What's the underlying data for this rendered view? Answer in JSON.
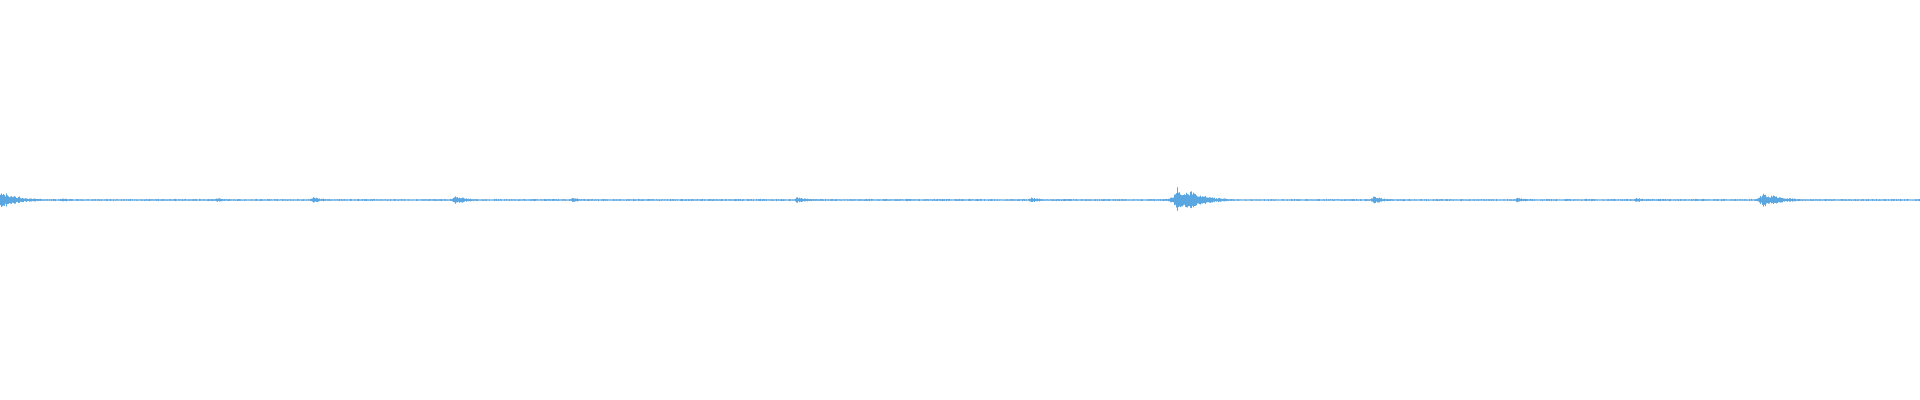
{
  "waveform": {
    "color": "#5aa6e0",
    "background": "#ffffff",
    "amplitude_max": 1,
    "clip_start_peak": 0.7,
    "bursts": [
      {
        "at": 0.0,
        "amp": 0.7
      },
      {
        "at": 0.032,
        "amp": 0.15
      },
      {
        "at": 0.113,
        "amp": 0.18
      },
      {
        "at": 0.163,
        "amp": 0.25
      },
      {
        "at": 0.237,
        "amp": 0.38
      },
      {
        "at": 0.298,
        "amp": 0.18
      },
      {
        "at": 0.415,
        "amp": 0.25
      },
      {
        "at": 0.537,
        "amp": 0.22
      },
      {
        "at": 0.613,
        "amp": 1.0
      },
      {
        "at": 0.62,
        "amp": 0.75
      },
      {
        "at": 0.715,
        "amp": 0.3
      },
      {
        "at": 0.79,
        "amp": 0.2
      },
      {
        "at": 0.852,
        "amp": 0.18
      },
      {
        "at": 0.918,
        "amp": 0.6
      }
    ],
    "noise_floor": 0.06
  }
}
